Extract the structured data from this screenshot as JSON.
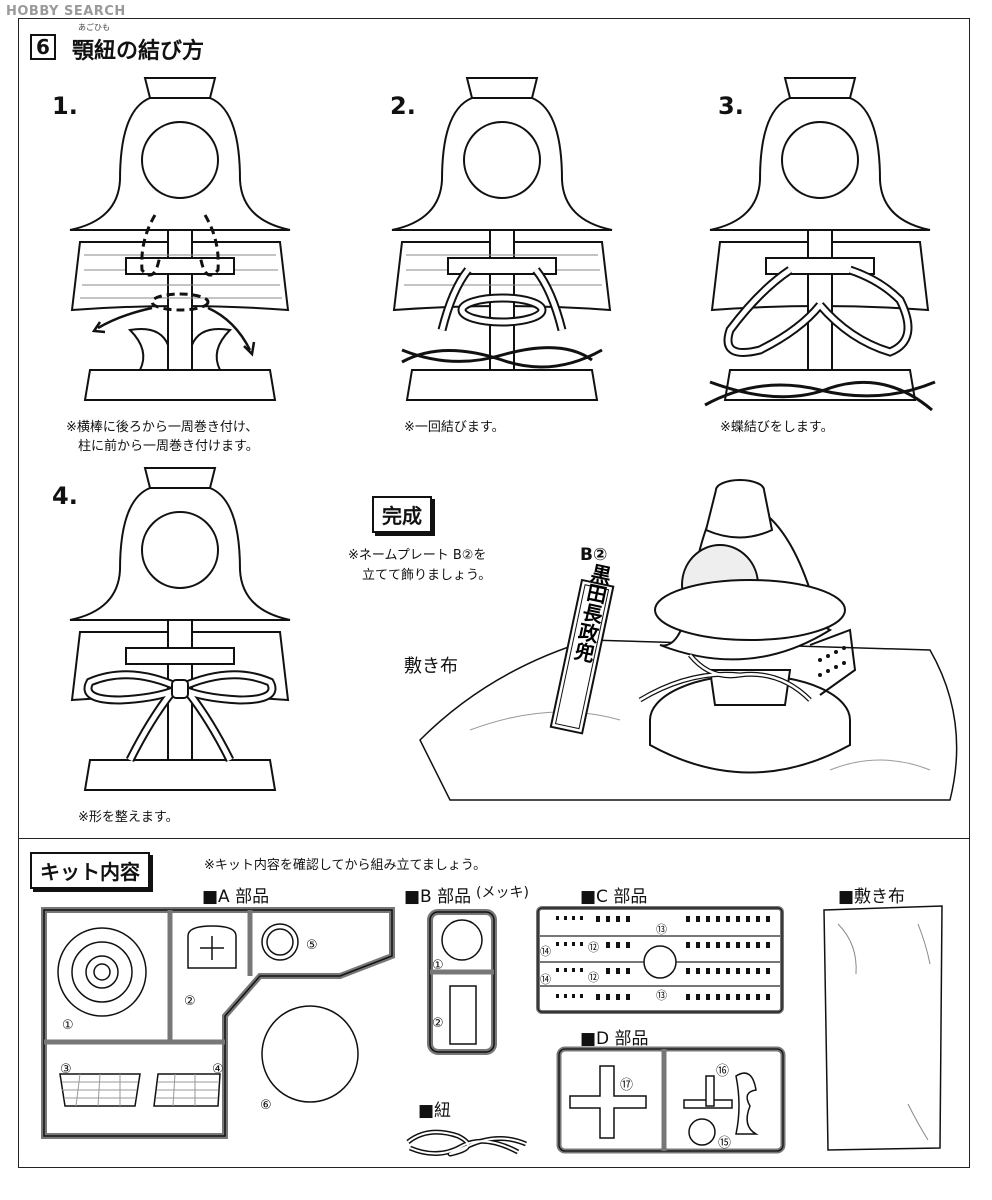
{
  "watermark": "HOBBY SEARCH",
  "section": {
    "number": "6",
    "title": "顎紐の結び方",
    "ruby": "あごひも"
  },
  "steps": [
    {
      "label": "1.",
      "note_line1": "※横棒に後ろから一周巻き付け、",
      "note_line2": "柱に前から一周巻き付けます。"
    },
    {
      "label": "2.",
      "note_line1": "※一回結びます。"
    },
    {
      "label": "3.",
      "note_line1": "※蝶結びをします。"
    },
    {
      "label": "4.",
      "note_line1": "※形を整えます。"
    }
  ],
  "complete": {
    "title": "完成",
    "note_line1": "※ネームプレート B②を",
    "note_line2": "立てて飾りましょう。",
    "part_label": "B②",
    "cloth_label": "敷き布",
    "nameplate_text": "黒田長政兜"
  },
  "kit": {
    "title": "キット内容",
    "note": "※キット内容を確認してから組み立てましょう。",
    "groups": {
      "a": "■A 部品",
      "b": "■B 部品",
      "b_sub": "(メッキ)",
      "c": "■C 部品",
      "d": "■D 部品",
      "cord": "■紐",
      "cloth": "■敷き布"
    },
    "numbers": [
      "①",
      "②",
      "③",
      "④",
      "⑤",
      "⑥",
      "⑫",
      "⑬",
      "⑭",
      "⑮",
      "⑯",
      "⑰"
    ]
  }
}
